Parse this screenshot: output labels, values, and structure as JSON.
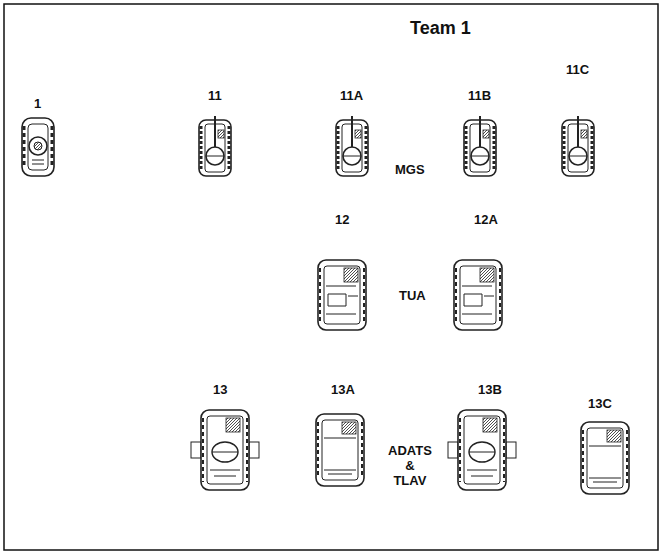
{
  "diagram": {
    "title": "Team 1",
    "labels": [
      "1",
      "11",
      "11A",
      "11B",
      "11C",
      "MGS",
      "12",
      "12A",
      "TUA",
      "13",
      "13A",
      "13B",
      "13C",
      "ADATS & TLAV"
    ]
  }
}
